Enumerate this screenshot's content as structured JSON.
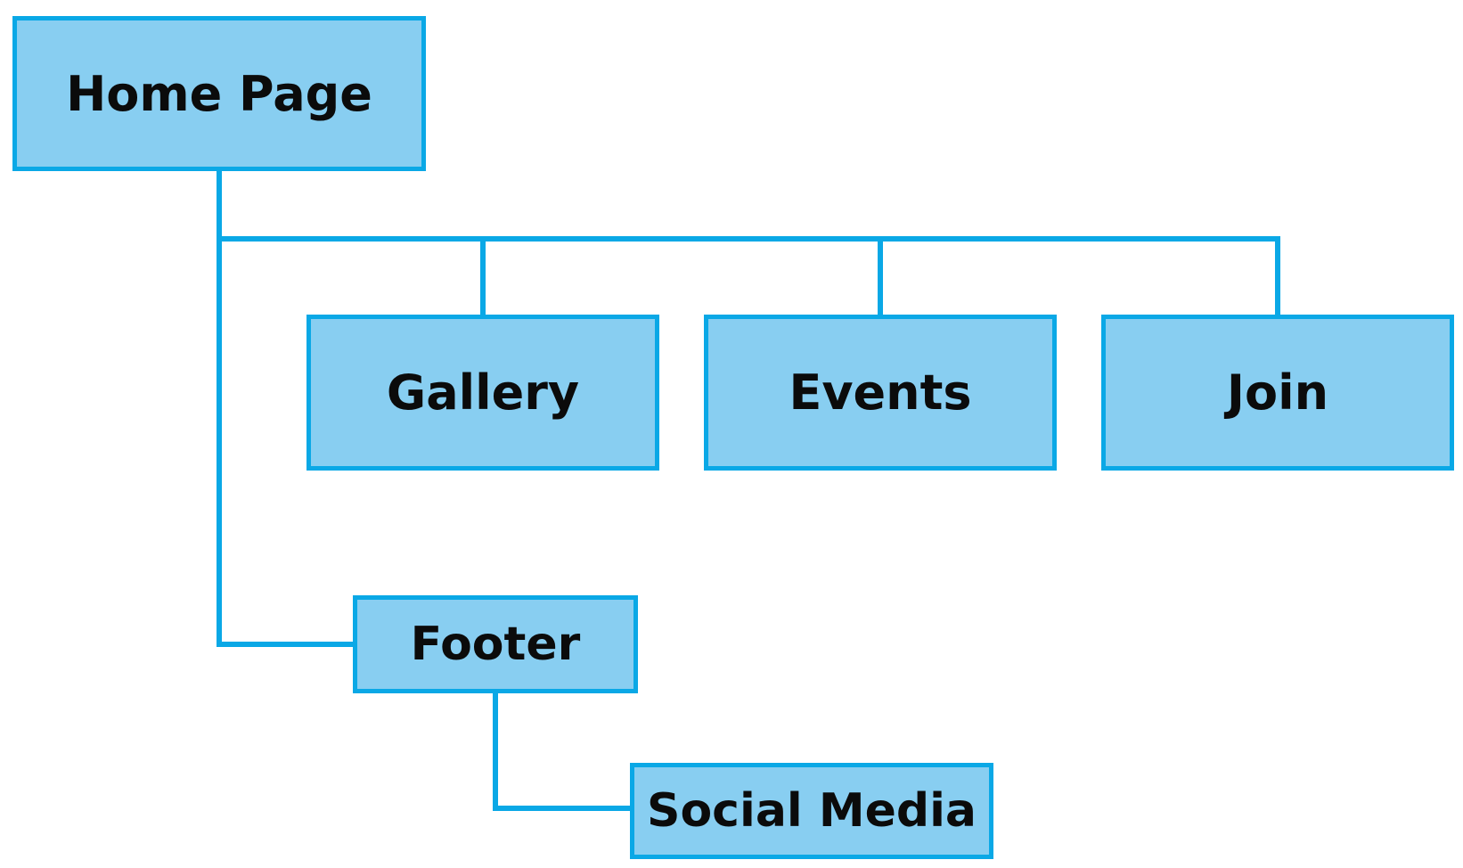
{
  "diagram": {
    "type": "sitemap-tree",
    "colors": {
      "box_fill": "#88cef1",
      "box_border": "#0aa8e6",
      "connector": "#0aa8e6",
      "text": "#0b0b0b"
    },
    "nodes": {
      "home": "Home Page",
      "gallery": "Gallery",
      "events": "Events",
      "join": "Join",
      "footer": "Footer",
      "social": "Social Media"
    },
    "edges": [
      {
        "from": "Home Page",
        "to": "Gallery"
      },
      {
        "from": "Home Page",
        "to": "Events"
      },
      {
        "from": "Home Page",
        "to": "Join"
      },
      {
        "from": "Home Page",
        "to": "Footer"
      },
      {
        "from": "Footer",
        "to": "Social Media"
      }
    ]
  }
}
